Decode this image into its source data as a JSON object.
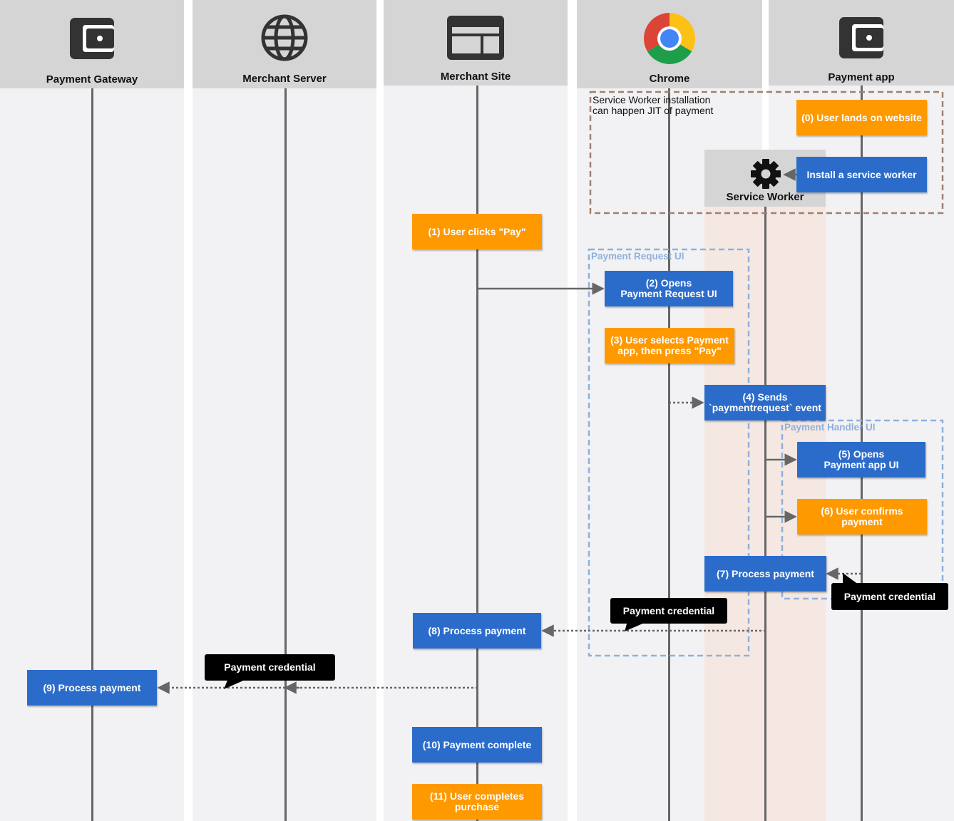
{
  "lanes": [
    {
      "key": "gateway",
      "title": "Payment Gateway",
      "icon": "wallet-icon"
    },
    {
      "key": "merchant_server",
      "title": "Merchant Server",
      "icon": "globe-icon"
    },
    {
      "key": "merchant_site",
      "title": "Merchant Site",
      "icon": "webpage-layout-icon"
    },
    {
      "key": "chrome",
      "title": "Chrome",
      "icon": "chrome-logo-icon"
    },
    {
      "key": "payment_app",
      "title": "Payment app",
      "icon": "wallet-icon"
    }
  ],
  "service_worker": {
    "title": "Service Worker",
    "icon": "gear-icon"
  },
  "frames": {
    "install_note": "Service Worker installation\ncan happen JIT of payment",
    "payment_request_ui": "Payment Request UI",
    "payment_handler_ui": "Payment Handler UI"
  },
  "steps": {
    "s0": "(0) User lands on website",
    "install": "Install a service worker",
    "s1": "(1) User clicks \"Pay\"",
    "s2": "(2) Opens\nPayment Request UI",
    "s3": "(3) User selects Payment\napp, then press \"Pay\"",
    "s4": "(4) Sends\n`paymentrequest` event",
    "s5": "(5) Opens\nPayment app UI",
    "s6": "(6) User confirms\npayment",
    "s7": "(7) Process payment",
    "s8": "(8) Process payment",
    "s9": "(9) Process payment",
    "s10": "(10) Payment complete",
    "s11": "(11) User completes\npurchase"
  },
  "callouts": {
    "c1": "Payment credential",
    "c2": "Payment credential",
    "c3": "Payment credential"
  },
  "colors": {
    "blue": "#2b6ccb",
    "orange": "#ff9900",
    "black": "#000000",
    "frame_brown": "#a08070",
    "frame_blue": "#8fb0dd",
    "lifeline": "#666666"
  }
}
